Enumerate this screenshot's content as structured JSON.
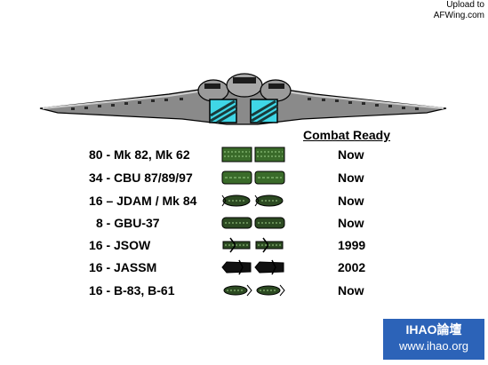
{
  "upload": {
    "line1": "Upload to",
    "line2": "AFWing.com"
  },
  "header": "Combat Ready",
  "rows": [
    {
      "weapon": "80 - Mk 82, Mk 62",
      "status": "Now",
      "icon": "bomb-rack-icon"
    },
    {
      "weapon": "34 - CBU 87/89/97",
      "status": "Now",
      "icon": "cluster-munition-icon"
    },
    {
      "weapon": "16 – JDAM / Mk 84",
      "status": "Now",
      "icon": "jdam-icon"
    },
    {
      "weapon": "8 - GBU-37",
      "status": "Now",
      "icon": "gbu-icon"
    },
    {
      "weapon": "16 - JSOW",
      "status": "1999",
      "icon": "jsow-icon"
    },
    {
      "weapon": "16 - JASSM",
      "status": "2002",
      "icon": "jassm-icon"
    },
    {
      "weapon": "16 - B-83, B-61",
      "status": "Now",
      "icon": "nuclear-bomb-icon"
    }
  ],
  "watermark": {
    "line1": "IHAO論壇",
    "line2": "www.ihao.org"
  },
  "colors": {
    "accent": "#2c63b8",
    "bay_cyan": "#3fd6e6",
    "rack_green": "#3a6b2a"
  }
}
